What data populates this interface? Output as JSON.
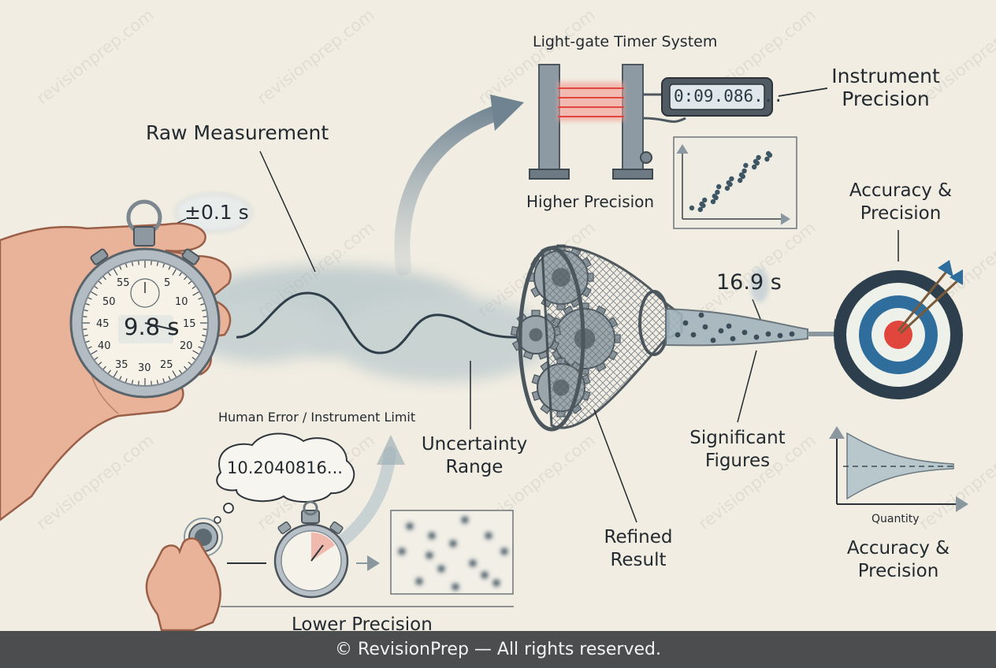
{
  "labels": {
    "light_gate_title": "Light-gate Timer System",
    "digital_readout": "0:09.086...",
    "instrument_precision": [
      "Instrument",
      "Precision"
    ],
    "higher_precision": "Higher Precision",
    "raw_measurement": "Raw Measurement",
    "plus_minus": "±0.1 s",
    "stopwatch_reading": "9.8 s",
    "human_error": "Human Error / Instrument Limit",
    "thought_value": "10.2040816...",
    "lower_precision": "Lower Precision",
    "uncertainty_range": [
      "Uncertainty",
      "Range"
    ],
    "refined_result": [
      "Refined",
      "Result"
    ],
    "final_value": "16.9 s",
    "significant_figures": [
      "Significant",
      "Figures"
    ],
    "accuracy_precision_top": [
      "Accuracy &",
      "Precision"
    ],
    "accuracy_precision_bottom": [
      "Accuracy &",
      "Precision"
    ],
    "graph_axis": "Quantity"
  },
  "stopwatch_dial": [
    "55",
    "5",
    "50",
    "10",
    "45",
    "15",
    "40",
    "20",
    "35",
    "30",
    "25"
  ],
  "watermark": "revisionprep.com",
  "footer": "© RevisionPrep — All rights reserved.",
  "colors": {
    "background": "#f1ede2",
    "ink": "#232a30",
    "steel": "#7f8c96",
    "laser": "#e0463c",
    "target_blue": "#2f6e9c",
    "footer_bg": "#4b4d4e"
  }
}
